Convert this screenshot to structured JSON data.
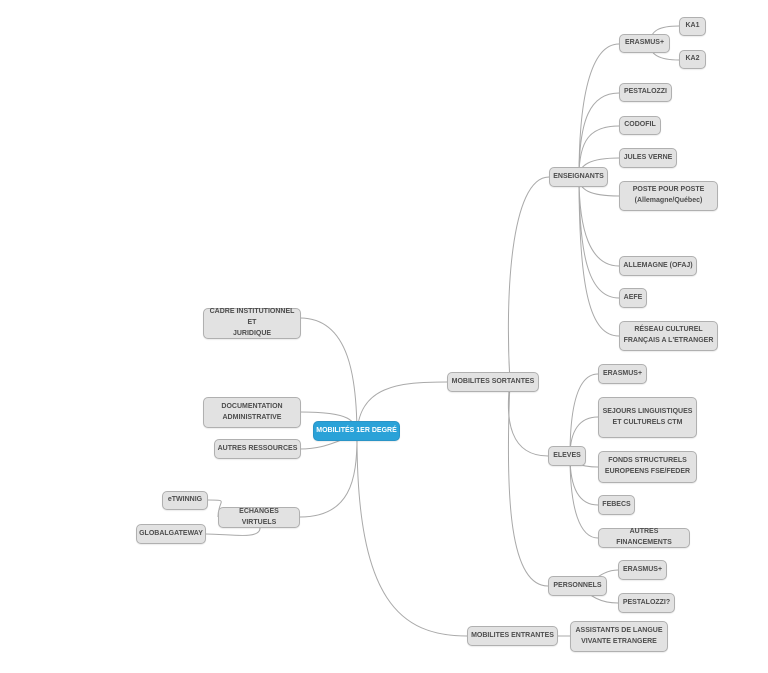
{
  "mindmap": {
    "root": "MOBILITÉS 1ER DEGRÉ",
    "left": {
      "cadre": "CADRE INSTITUTIONNEL ET\nJURIDIQUE",
      "documentation": "DOCUMENTATION\nADMINISTRATIVE",
      "ressources": "AUTRES RESSOURCES",
      "echanges": "ECHANGES VIRTUELS",
      "etwinning": "eTWINNIG",
      "globalgateway": "GLOBALGATEWAY"
    },
    "sortantes": {
      "label": "MOBILITES SORTANTES",
      "enseignants": {
        "label": "ENSEIGNANTS",
        "erasmus": "ERASMUS+",
        "ka1": "KA1",
        "ka2": "KA2",
        "pestalozzi": "PESTALOZZI",
        "codofil": "CODOFIL",
        "jules_verne": "JULES VERNE",
        "poste": "POSTE POUR POSTE\n(Allemagne/Québec)",
        "allemagne": "ALLEMAGNE (OFAJ)",
        "aefe": "AEFE",
        "reseau": "RÉSEAU CULTUREL\nFRANÇAIS A L'ETRANGER"
      },
      "eleves": {
        "label": "ELEVES",
        "erasmus": "ERASMUS+",
        "sejours": "SEJOURS LINGUISTIQUES\nET CULTURELS CTM",
        "fonds": "FONDS STRUCTURELS\nEUROPEENS FSE/FEDER",
        "febecs": "FEBECS",
        "autres_financements": "AUTRES FINANCEMENTS"
      },
      "personnels": {
        "label": "PERSONNELS",
        "erasmus": "ERASMUS+",
        "pestalozzi": "PESTALOZZI?"
      }
    },
    "entrantes": {
      "label": "MOBILITES ENTRANTES",
      "assistants": "ASSISTANTS DE LANGUE\nVIVANTE ETRANGERE"
    }
  }
}
